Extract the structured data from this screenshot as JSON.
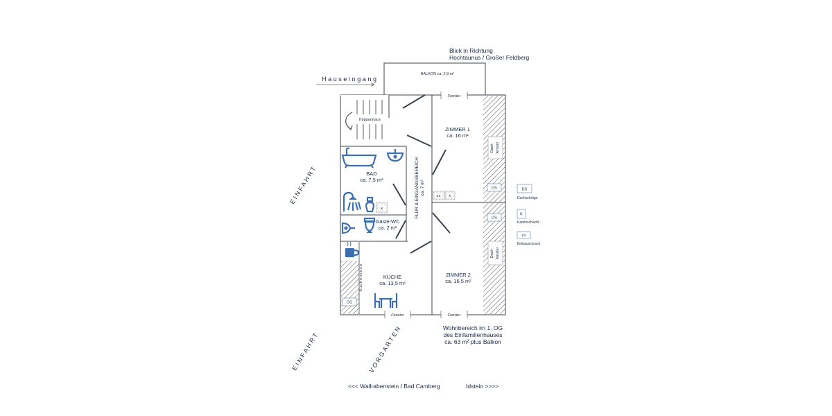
{
  "view": {
    "line1": "Blick in Richtung",
    "line2": "Hochtaunus / Großer Feldberg"
  },
  "entrance": "Hauseingang",
  "balcony": "BALKON ca. 2,8 m²",
  "window_label": "Fenster",
  "stairs": "Treppenhaus",
  "rooms": {
    "zimmer1": {
      "name": "ZIMMER 1",
      "area": "ca. 16 m²"
    },
    "zimmer2": {
      "name": "ZIMMER 2",
      "area": "ca. 16,5 m²"
    },
    "bad": {
      "name": "BAD",
      "area": "ca. 7,5 m²"
    },
    "wc": {
      "name": "Gäste-WC",
      "area": "ca. 2 m²"
    },
    "kueche": {
      "name": "KÜCHE",
      "area": "ca. 13,5 m²"
    },
    "flur": {
      "name": "FLUR & EINGANGSBEREICH",
      "area": "ca. 7 m²"
    }
  },
  "dach_line1": "Dach-",
  "dach_line2": "fenster",
  "kitchenette": "Küchenzeile",
  "tags": {
    "ds": "DS",
    "k": "K",
    "es": "ES"
  },
  "legend": [
    {
      "tag": "DS",
      "label": "Dachschräge"
    },
    {
      "tag": "K",
      "label": "Kaminschacht"
    },
    {
      "tag": "ES",
      "label": "Einbauschrank"
    }
  ],
  "einfahrt": "EINFAHRT",
  "vorgarten": "VORGARTEN",
  "summary": {
    "line1": "Wohnbereich im 1. OG",
    "line2": "des Einfamilienhauses",
    "line3": "ca. 63 m² plus Balkon"
  },
  "directions": {
    "left": "<<< Wallrabenstein / Bad Camberg",
    "right": "Idstein >>>>"
  },
  "colors": {
    "ink": "#1a2a44",
    "wall": "#3c4350",
    "icon": "#3b6fb0"
  }
}
